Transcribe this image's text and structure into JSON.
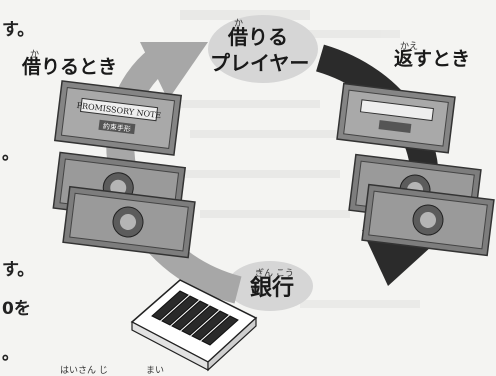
{
  "labels": {
    "borrow_when": "借りるとき",
    "borrow_when_ruby": "か",
    "repay_when": "返すとき",
    "repay_when_ruby": "かえ",
    "player_line1": "借りる",
    "player_line2": "プレイヤー",
    "player_ruby": "か",
    "bank": "銀行",
    "bank_ruby": "ぎん こう"
  },
  "notes": {
    "top_title": "PROMISSORY NOTE",
    "stamp": "約束手形"
  },
  "side_text": [
    "す。",
    "。",
    "す。",
    "0を",
    "。"
  ],
  "bottom_ruby": [
    "はいさん じ",
    "まい"
  ],
  "colors": {
    "left_arrow": "#a7a7a7",
    "right_arrow": "#2b2b2b",
    "ellipse": "#d6d6d6",
    "note": "#8a8a8a"
  }
}
